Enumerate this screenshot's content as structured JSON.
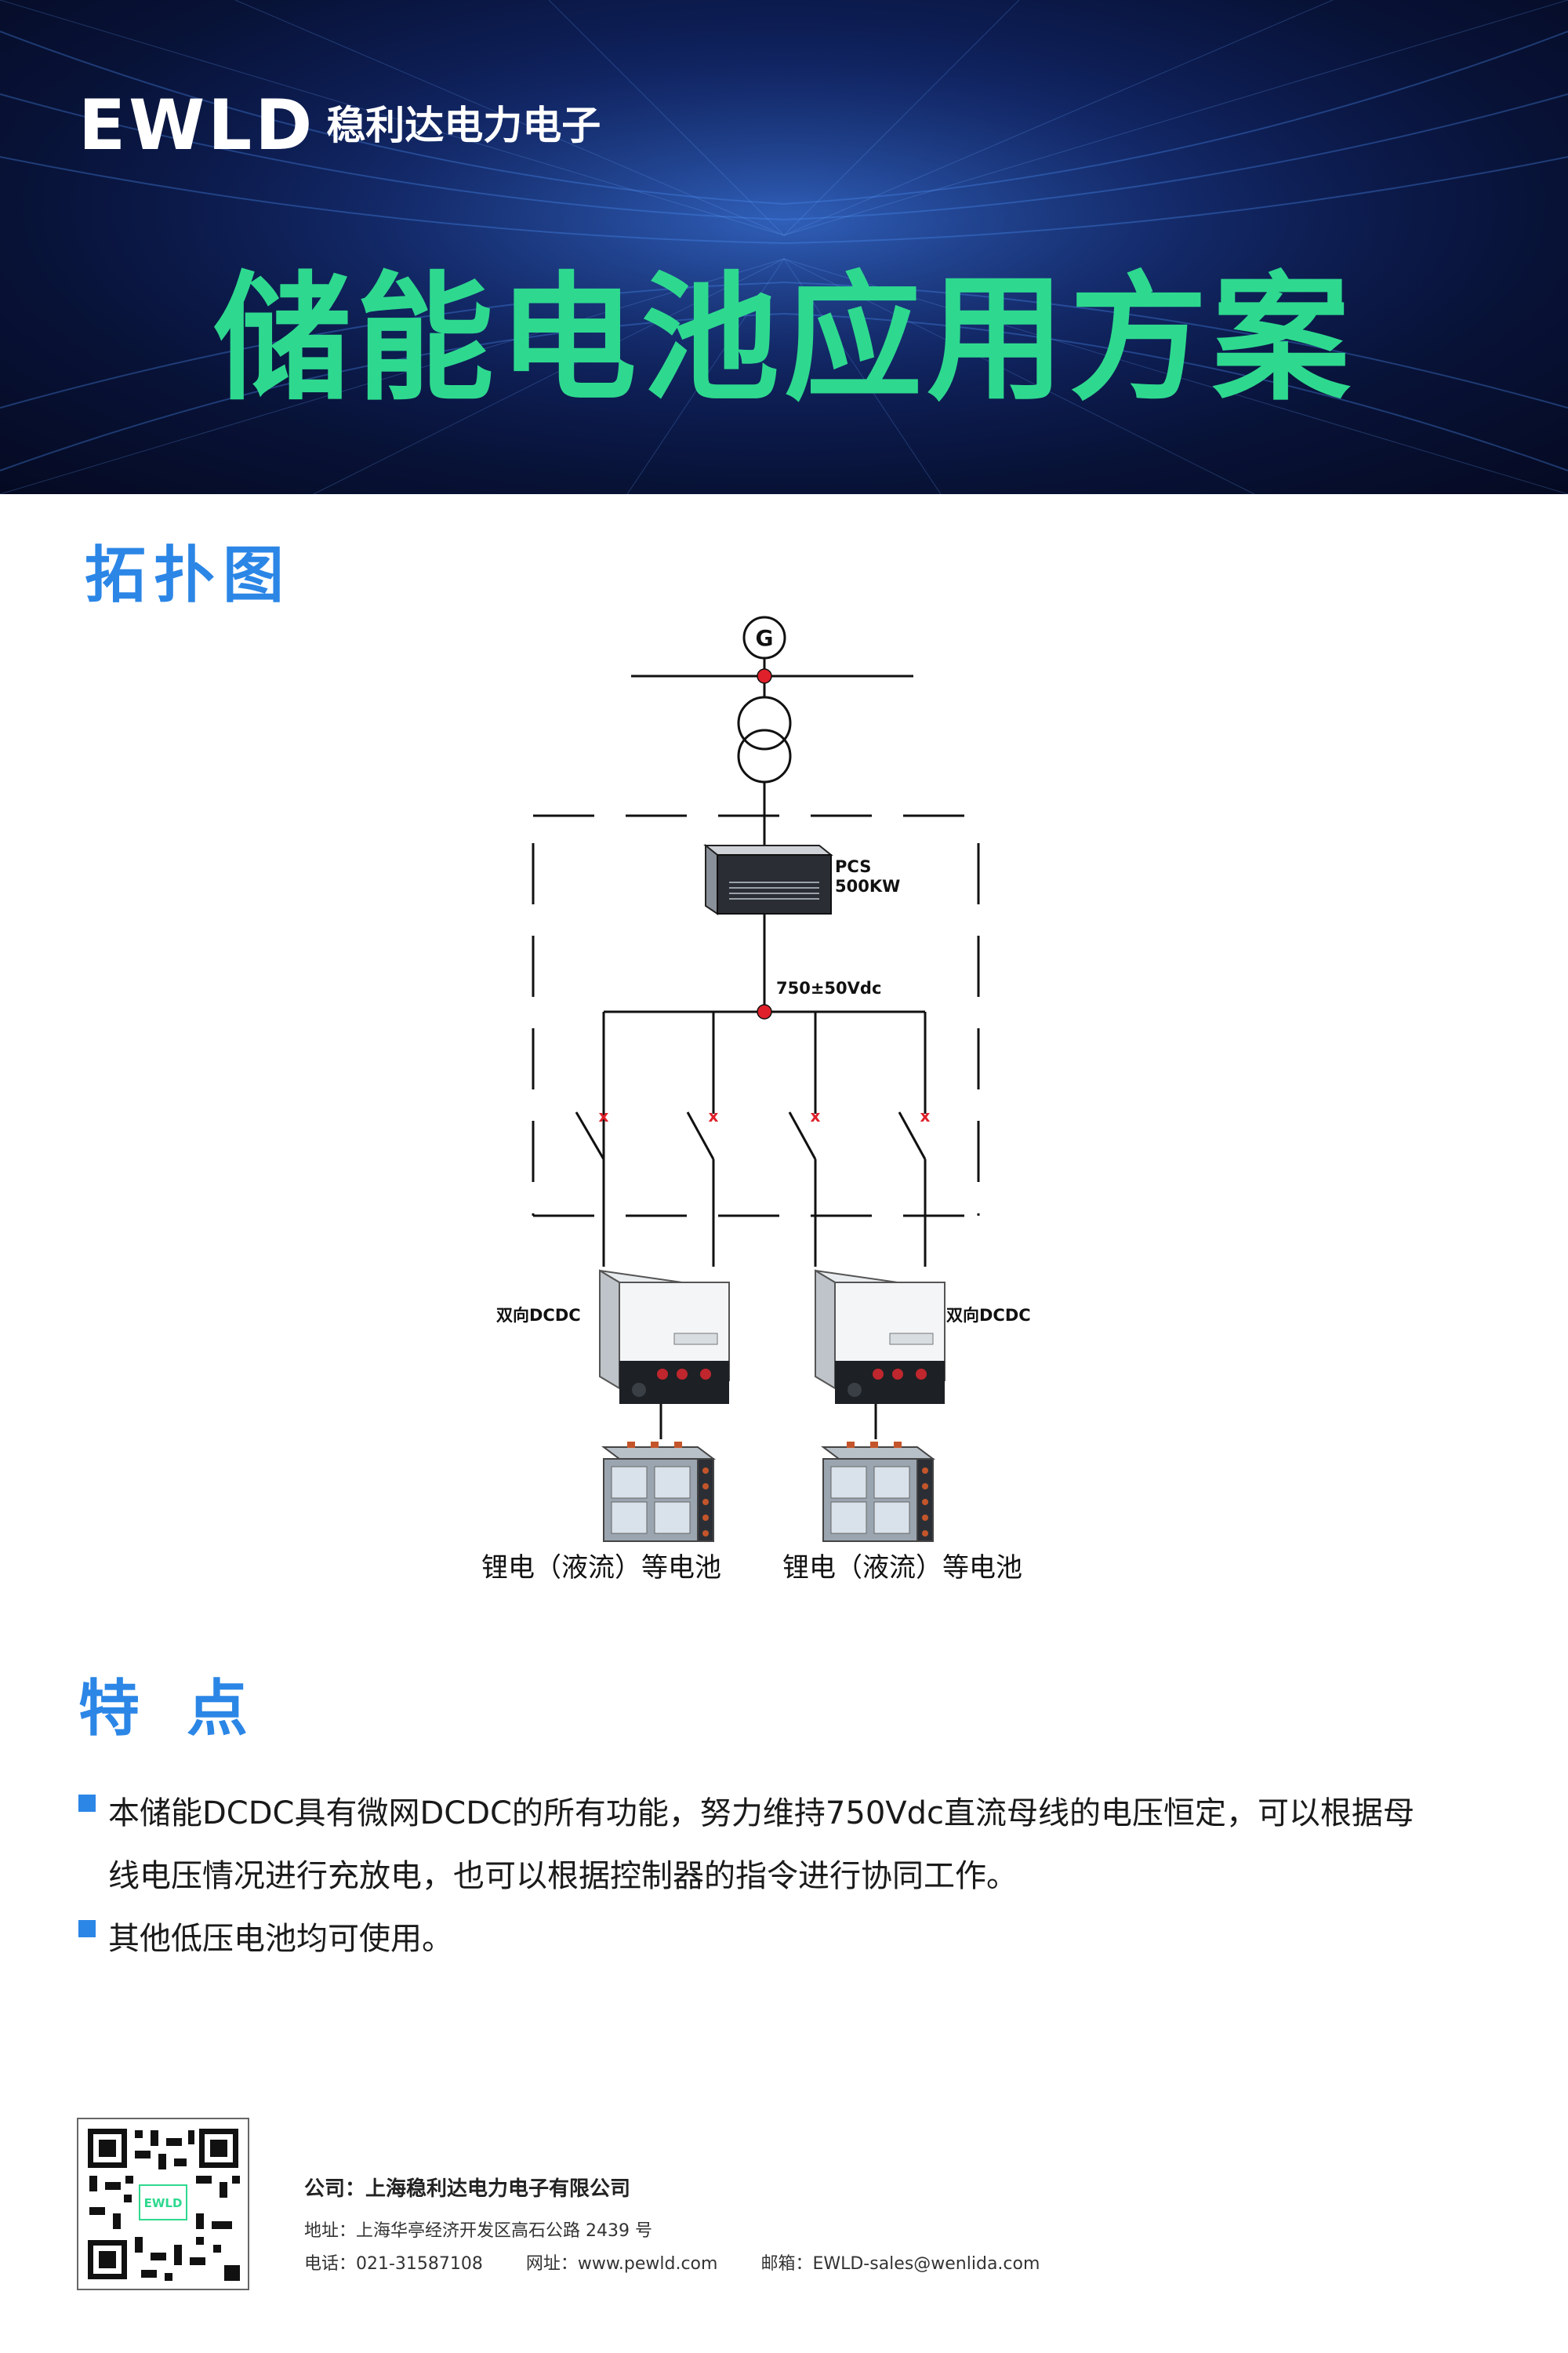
{
  "header": {
    "logo_mark": "EWLD",
    "logo_cn": "稳利达电力电子",
    "title": "储能电池应用方案"
  },
  "topology": {
    "title": "拓扑图",
    "generator_symbol": "G",
    "pcs_label_1": "PCS",
    "pcs_label_2": "500KW",
    "bus_label": "750±50Vdc",
    "breaker_mark": "x",
    "dcdc_left": "双向DCDC",
    "dcdc_right": "双向DCDC",
    "battery_left": "锂电（液流）等电池",
    "battery_right": "锂电（液流）等电池",
    "accent_red": "#e0202a"
  },
  "features": {
    "title": "特点",
    "items": [
      "本储能DCDC具有微网DCDC的所有功能，努力维持750Vdc直流母线的电压恒定，可以根据母线电压情况进行充放电，也可以根据控制器的指令进行协同工作。",
      "其他低压电池均可使用。"
    ]
  },
  "footer": {
    "company": "公司：上海稳利达电力电子有限公司",
    "address": "地址：上海华亭经济开发区高石公路 2439 号",
    "phone": "电话：021-31587108",
    "website": "网址：www.pewld.com",
    "email": "邮箱：EWLD-sales@wenlida.com",
    "qr_logo": "EWLD"
  },
  "colors": {
    "title_green": "#2ed98f",
    "section_blue": "#2b86e6",
    "hero_bg": "#081236"
  }
}
